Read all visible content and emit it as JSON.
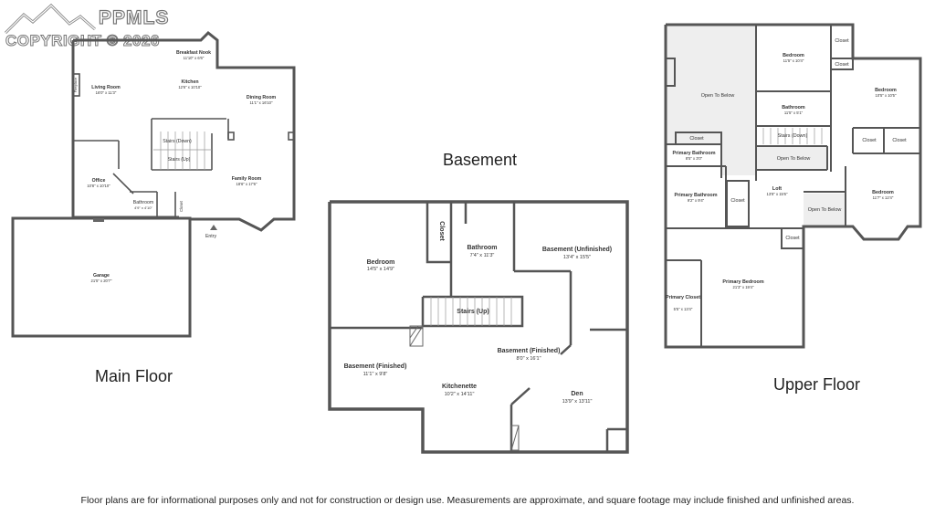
{
  "watermark": {
    "brand": "PPMLS",
    "copyright": "COPYRIGHT © 2026"
  },
  "floors": {
    "main": {
      "title": "Main Floor",
      "rooms": [
        {
          "name": "Living Room",
          "dims": "16'0\" x 11'3\""
        },
        {
          "name": "Breakfast Nook",
          "dims": "11'10\" x 6'6\""
        },
        {
          "name": "Kitchen",
          "dims": "12'6\" x 10'10\""
        },
        {
          "name": "Dining Room",
          "dims": "11'1\" x 16'10\""
        },
        {
          "name": "Fireplace",
          "dims": ""
        },
        {
          "name": "Stairs (Down)",
          "dims": ""
        },
        {
          "name": "Stairs (Up)",
          "dims": ""
        },
        {
          "name": "Office",
          "dims": "10'8\" x 10'10\""
        },
        {
          "name": "Family Room",
          "dims": "18'6\" x 17'6\""
        },
        {
          "name": "Bathroom",
          "dims": "4'9\" x 4'10\""
        },
        {
          "name": "Closet",
          "dims": ""
        },
        {
          "name": "Entry",
          "dims": ""
        },
        {
          "name": "Garage",
          "dims": "21'5\" x 20'7\""
        }
      ]
    },
    "basement": {
      "title": "Basement",
      "rooms": [
        {
          "name": "Bedroom",
          "dims": "14'5\" x 14'9\""
        },
        {
          "name": "Closet",
          "dims": ""
        },
        {
          "name": "Bathroom",
          "dims": "7'4\" x 11'3\""
        },
        {
          "name": "Basement (Unfinished)",
          "dims": "13'4\" x 15'5\""
        },
        {
          "name": "Stairs (Up)",
          "dims": ""
        },
        {
          "name": "Basement (Finished)",
          "dims": "8'0\" x 16'1\""
        },
        {
          "name": "Basement (Finished)",
          "dims": "11'1\" x 9'8\""
        },
        {
          "name": "Kitchenette",
          "dims": "10'2\" x 14'11\""
        },
        {
          "name": "Den",
          "dims": "13'9\" x 13'11\""
        }
      ]
    },
    "upper": {
      "title": "Upper Floor",
      "rooms": [
        {
          "name": "Open To Below",
          "dims": ""
        },
        {
          "name": "Bedroom",
          "dims": "11'5\" x 10'4\""
        },
        {
          "name": "Closet",
          "dims": ""
        },
        {
          "name": "Closet",
          "dims": ""
        },
        {
          "name": "Bedroom",
          "dims": "10'5\" x 10'5\""
        },
        {
          "name": "Bathroom",
          "dims": "11'5\" x 5'1\""
        },
        {
          "name": "Closet",
          "dims": ""
        },
        {
          "name": "Closet",
          "dims": ""
        },
        {
          "name": "Stairs (Down)",
          "dims": ""
        },
        {
          "name": "Closet",
          "dims": ""
        },
        {
          "name": "Primary Bathroom",
          "dims": "8'5\" x 3'0\""
        },
        {
          "name": "Open To Below",
          "dims": ""
        },
        {
          "name": "Loft",
          "dims": "13'8\" x 15'6\""
        },
        {
          "name": "Bedroom",
          "dims": "11'7\" x 12'4\""
        },
        {
          "name": "Primary Bathroom",
          "dims": "9'2\" x 9'4\""
        },
        {
          "name": "Closet",
          "dims": ""
        },
        {
          "name": "Open To Below",
          "dims": ""
        },
        {
          "name": "Closet",
          "dims": ""
        },
        {
          "name": "Primary Bedroom",
          "dims": "21'3\" x 19'4\""
        },
        {
          "name": "Primary Closet",
          "dims": "5'5\" x 13'4\""
        }
      ]
    }
  },
  "disclaimer": "Floor plans are for informational purposes only and not for construction or design use. Measurements are approximate, and square footage may include finished and unfinished areas."
}
